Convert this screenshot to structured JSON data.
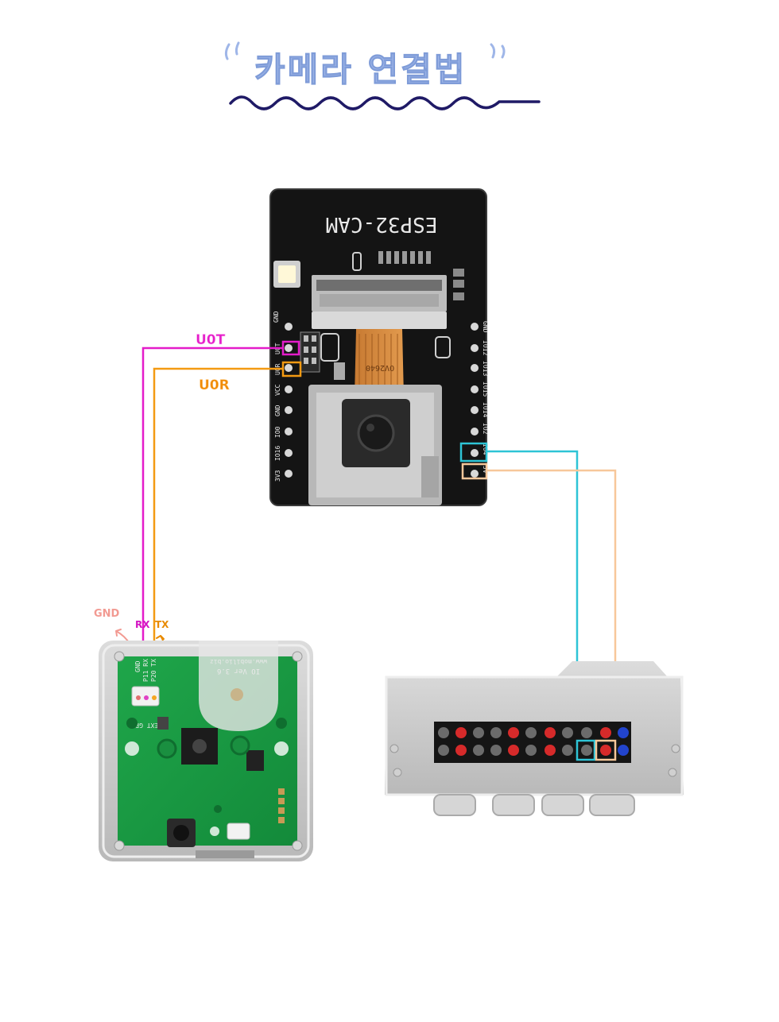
{
  "title": {
    "text": "카메라 연결법"
  },
  "esp32": {
    "board_name": "ESP32-CAM",
    "chip_label": "OV2640",
    "left_pins": [
      "GND",
      "IO12",
      "IO13",
      "IO15",
      "IO14",
      "IO2",
      "IO4"
    ],
    "left_pins_top": [
      "5V",
      "GND",
      "IO12"
    ],
    "right_pins": [
      "3V3",
      "IO16",
      "IO0",
      "GND",
      "VCC",
      "U0R",
      "U0T",
      "GND"
    ],
    "right_pin_labels_visible": [
      "GND",
      "U0T",
      "U0R",
      "VCC",
      "GND",
      "IO0",
      "IO16",
      "3V3"
    ]
  },
  "labels": {
    "uot": "U0T",
    "uor": "U0R",
    "gnd": "GND",
    "rx": "RX",
    "tx": "TX"
  },
  "controller": {
    "port_label": "EXT GPIO",
    "pins": [
      "GND",
      "P11 RX",
      "P20 TX"
    ],
    "board_text": "IO Ver 3.6",
    "site": "www.mobilio.biz"
  },
  "colors": {
    "uot_wire": "#e41cc9",
    "uor_wire": "#f39a12",
    "gnd_wire": "#2ec4d6",
    "vcc_wire": "#f7c79a",
    "title_color": "#9fb6e8",
    "underline": "#1f1a66"
  }
}
